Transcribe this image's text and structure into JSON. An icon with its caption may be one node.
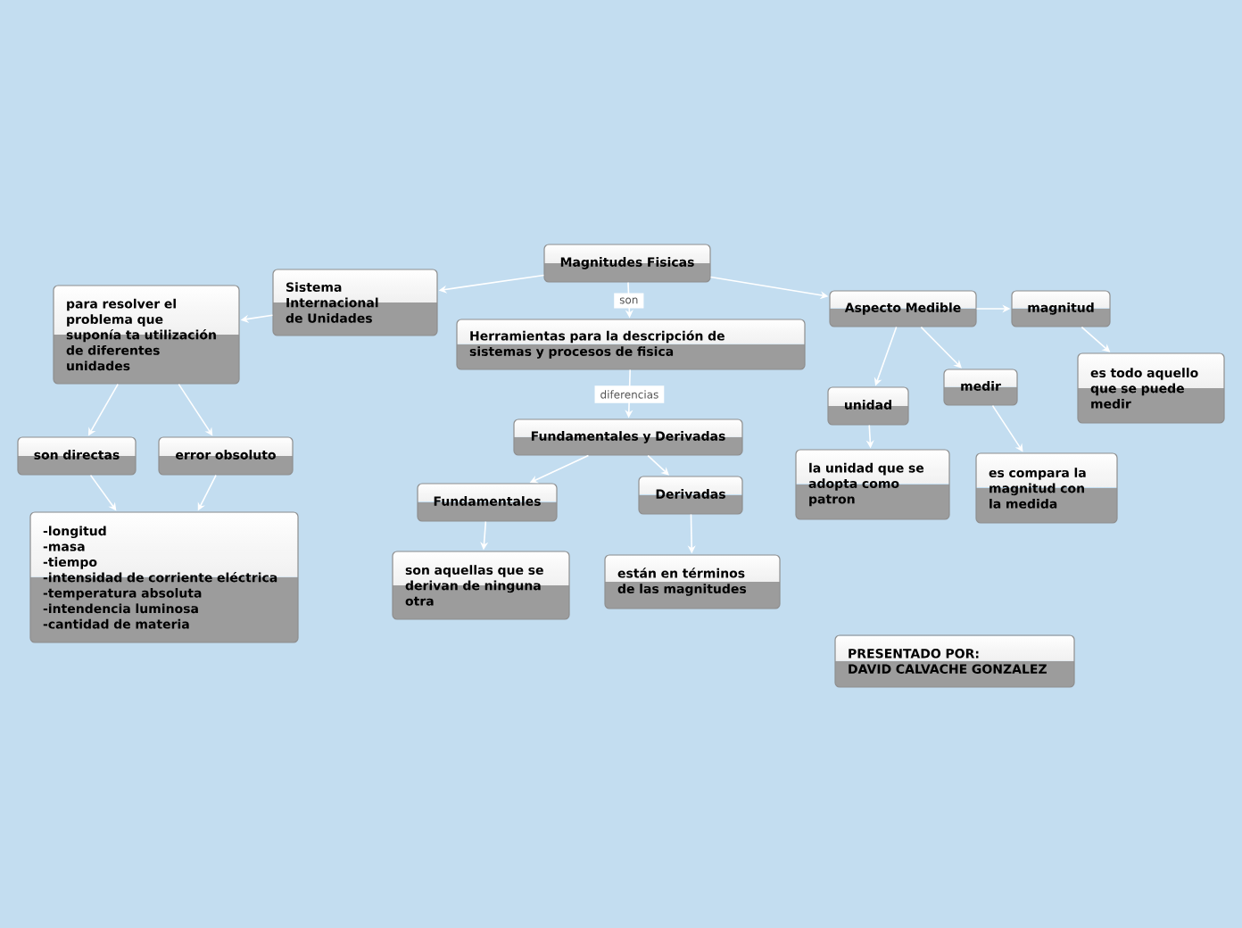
{
  "diagram": {
    "nodes": [
      {
        "text": [
          "Magnitudes Fisicas"
        ]
      },
      {
        "text": [
          "Sistema Internacional de Unidades"
        ]
      },
      {
        "text": [
          "para resolver el problema que suponía ta utilización de diferentes unidades"
        ]
      },
      {
        "text": [
          "Herramientas para la descripción de sistemas y procesos de fisica"
        ]
      },
      {
        "text": [
          "Aspecto Medible"
        ]
      },
      {
        "text": [
          "magnitud"
        ]
      },
      {
        "text": [
          "es todo aquello que se puede medir"
        ]
      },
      {
        "text": [
          "unidad"
        ]
      },
      {
        "text": [
          "medir"
        ]
      },
      {
        "text": [
          "Fundamentales y Derivadas"
        ]
      },
      {
        "text": [
          "son directas"
        ]
      },
      {
        "text": [
          "error obsoluto"
        ]
      },
      {
        "text": [
          "la unidad que se adopta como patron"
        ]
      },
      {
        "text": [
          "es compara la magnitud con la medida"
        ]
      },
      {
        "text": [
          "Fundamentales"
        ]
      },
      {
        "text": [
          "Derivadas"
        ]
      },
      {
        "text": [
          "-longitud",
          "-masa",
          "-tiempo",
          "-intensidad de corriente eléctrica",
          "-temperatura absoluta",
          "-intendencia luminosa",
          "-cantidad de materia"
        ]
      },
      {
        "text": [
          "son aquellas que se derivan de ninguna otra"
        ]
      },
      {
        "text": [
          "están en términos de las magnitudes"
        ]
      },
      {
        "text": [
          "PRESENTADO POR:",
          "DAVID CALVACHE GONZALEZ"
        ]
      }
    ],
    "edges": [
      {
        "from": 0,
        "to": 1,
        "arrow": "to"
      },
      {
        "from": 1,
        "to": 2,
        "arrow": "to"
      },
      {
        "from": 0,
        "to": 3,
        "arrow": "to",
        "label": "son"
      },
      {
        "from": 0,
        "to": 4,
        "arrow": "to"
      },
      {
        "from": 2,
        "to": 10,
        "arrow": "to"
      },
      {
        "from": 2,
        "to": 11,
        "arrow": "to"
      },
      {
        "from": 10,
        "to": 16,
        "arrow": "to"
      },
      {
        "from": 11,
        "to": 16,
        "arrow": "to"
      },
      {
        "from": 3,
        "to": 9,
        "arrow": "to",
        "label": "diferencias"
      },
      {
        "from": 4,
        "to": 5,
        "arrow": "to"
      },
      {
        "from": 5,
        "to": 6,
        "arrow": "to"
      },
      {
        "from": 4,
        "to": 7,
        "arrow": "to"
      },
      {
        "from": 4,
        "to": 8,
        "arrow": "to"
      },
      {
        "from": 9,
        "to": 14,
        "arrow": "to"
      },
      {
        "from": 9,
        "to": 15,
        "arrow": "to"
      },
      {
        "from": 7,
        "to": 12,
        "arrow": "to"
      },
      {
        "from": 8,
        "to": 13,
        "arrow": "to"
      },
      {
        "from": 14,
        "to": 17,
        "arrow": "to"
      },
      {
        "from": 15,
        "to": 18,
        "arrow": "to"
      }
    ]
  }
}
